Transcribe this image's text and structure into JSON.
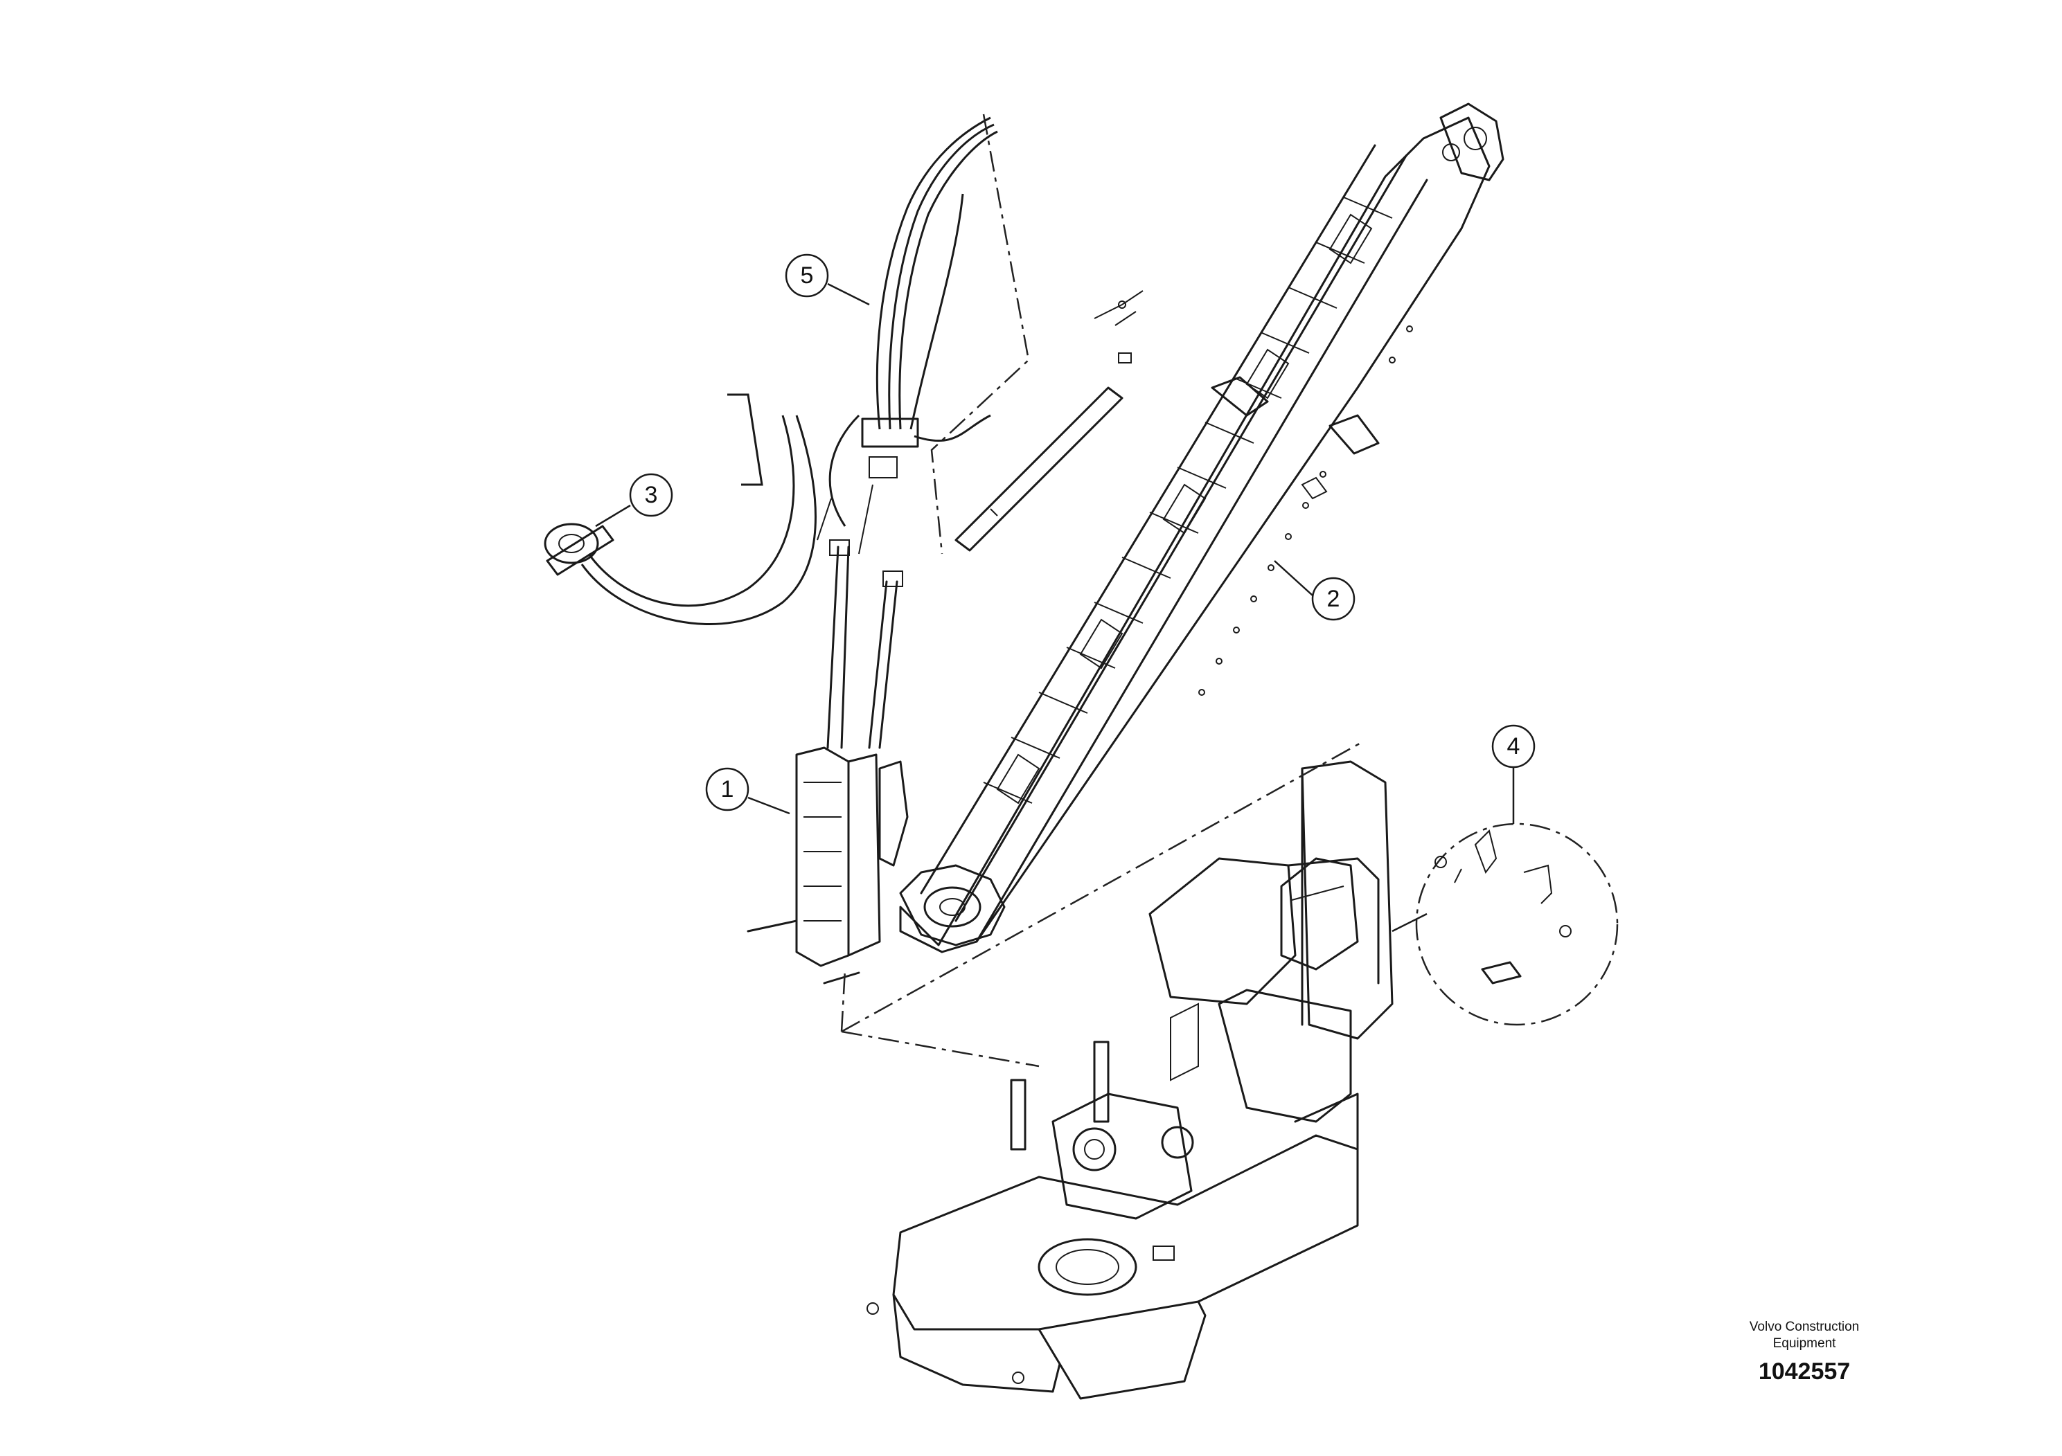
{
  "callouts": [
    {
      "number": "1",
      "item": "frame"
    },
    {
      "number": "2",
      "item": "boom"
    },
    {
      "number": "3",
      "item": "hose-reel"
    },
    {
      "number": "4",
      "item": "hardware-detail"
    },
    {
      "number": "5",
      "item": "hose-bundle"
    }
  ],
  "brand": {
    "line1": "Volvo Construction",
    "line2": "Equipment"
  },
  "part_number": "1042557"
}
